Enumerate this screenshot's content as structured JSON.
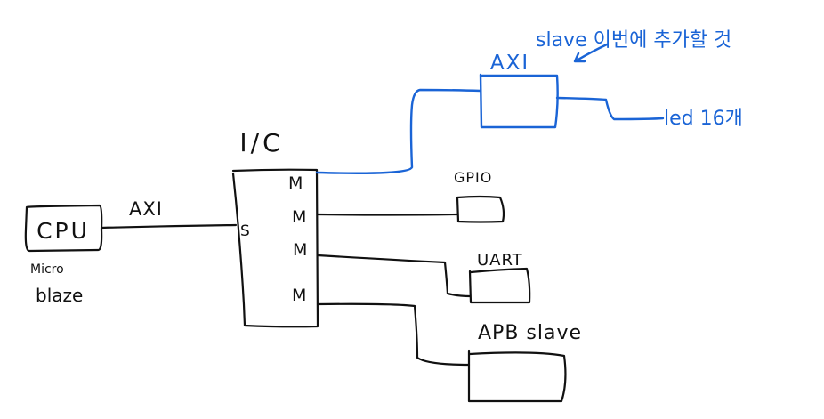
{
  "colors": {
    "ink": "#111111",
    "note": "#1a64d6",
    "background": "#ffffff"
  },
  "cpu": {
    "label": "CPU",
    "sub_line1": "Micro",
    "sub_line2": "blaze"
  },
  "link_label": "AXI",
  "interconnect": {
    "label": "I/C",
    "slave_port": "S",
    "master_ports": [
      "M",
      "M",
      "M",
      "M"
    ]
  },
  "peripherals": {
    "axi": {
      "label": "AXI",
      "target": "led 16개"
    },
    "gpio": {
      "label": "GPIO"
    },
    "uart": {
      "label": "UART"
    },
    "apb": {
      "label": "APB slave"
    }
  },
  "note": {
    "text": "slave 이번에 추가할 것",
    "arrow": "arrow-icon"
  }
}
